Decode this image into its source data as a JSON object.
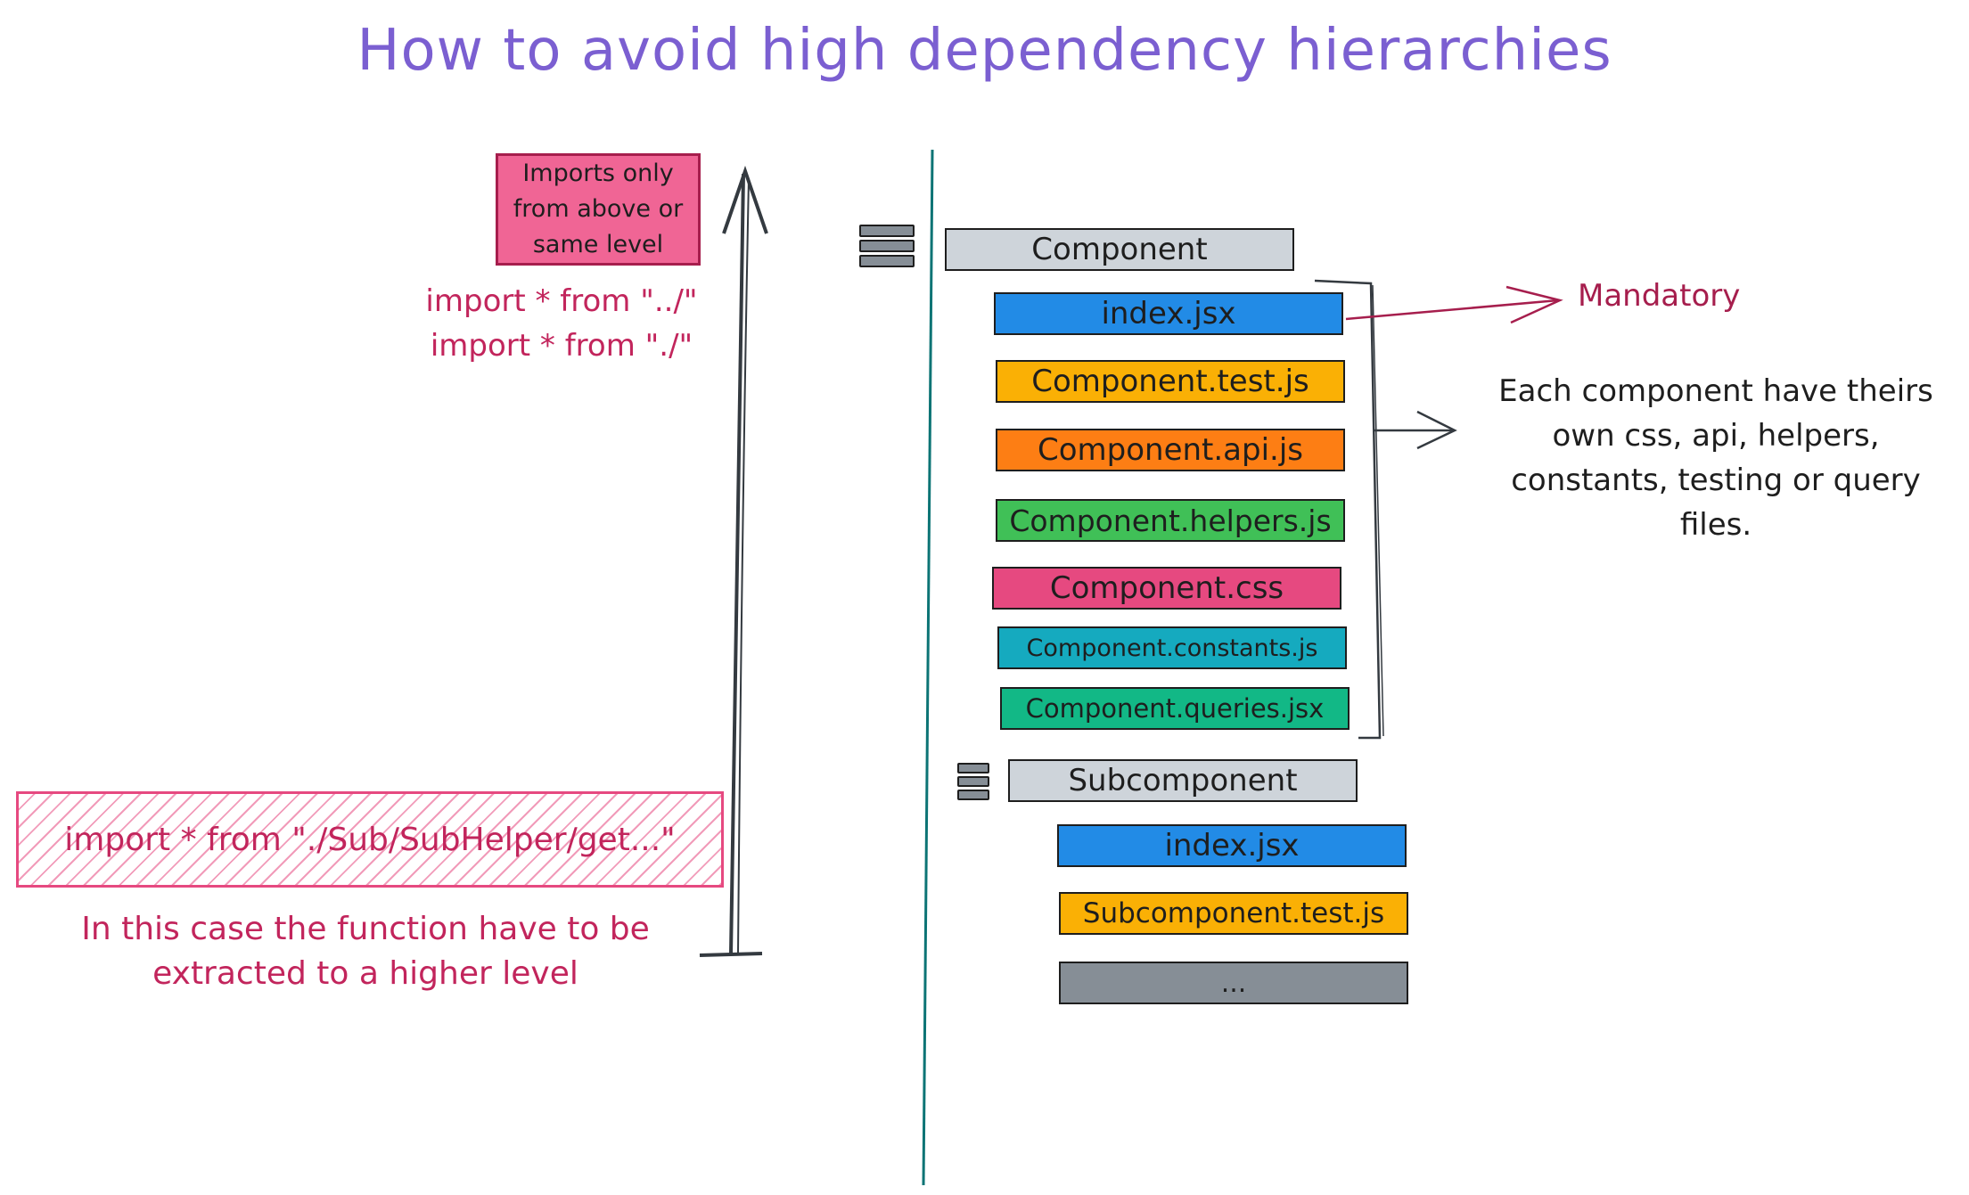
{
  "title": "How to avoid high dependency hierarchies",
  "left_panel": {
    "imports_box_label": "Imports only from above or same level",
    "import_line_1": "import * from \"../\"",
    "import_line_2": "import * from \"./\"",
    "bad_import": "import * from \"./Sub/SubHelper/get...\"",
    "bad_import_note": "In this case the function have to be extracted to a higher level"
  },
  "tree": {
    "component": "Component",
    "files": [
      {
        "label": "index.jsx",
        "color": "#228be6"
      },
      {
        "label": "Component.test.js",
        "color": "#fab005"
      },
      {
        "label": "Component.api.js",
        "color": "#fd7e14"
      },
      {
        "label": "Component.helpers.js",
        "color": "#40c057"
      },
      {
        "label": "Component.css",
        "color": "#e64980"
      },
      {
        "label": "Component.constants.js",
        "color": "#15aabf"
      },
      {
        "label": "Component.queries.jsx",
        "color": "#12b886"
      }
    ],
    "subcomponent": "Subcomponent",
    "sub_files": [
      {
        "label": "index.jsx",
        "color": "#228be6"
      },
      {
        "label": "Subcomponent.test.js",
        "color": "#fab005"
      },
      {
        "label": "...",
        "color": "#868e96"
      }
    ]
  },
  "annotations": {
    "mandatory": "Mandatory",
    "each_component": "Each component have theirs own css, api, helpers, constants, testing or query files."
  },
  "colors": {
    "title": "#7b5fd1",
    "pink_text": "#c2255c",
    "mandatory": "#a61e4d",
    "divider": "#0c7475",
    "folder_bar": "#ced4da",
    "imports_box": "#f06595"
  }
}
